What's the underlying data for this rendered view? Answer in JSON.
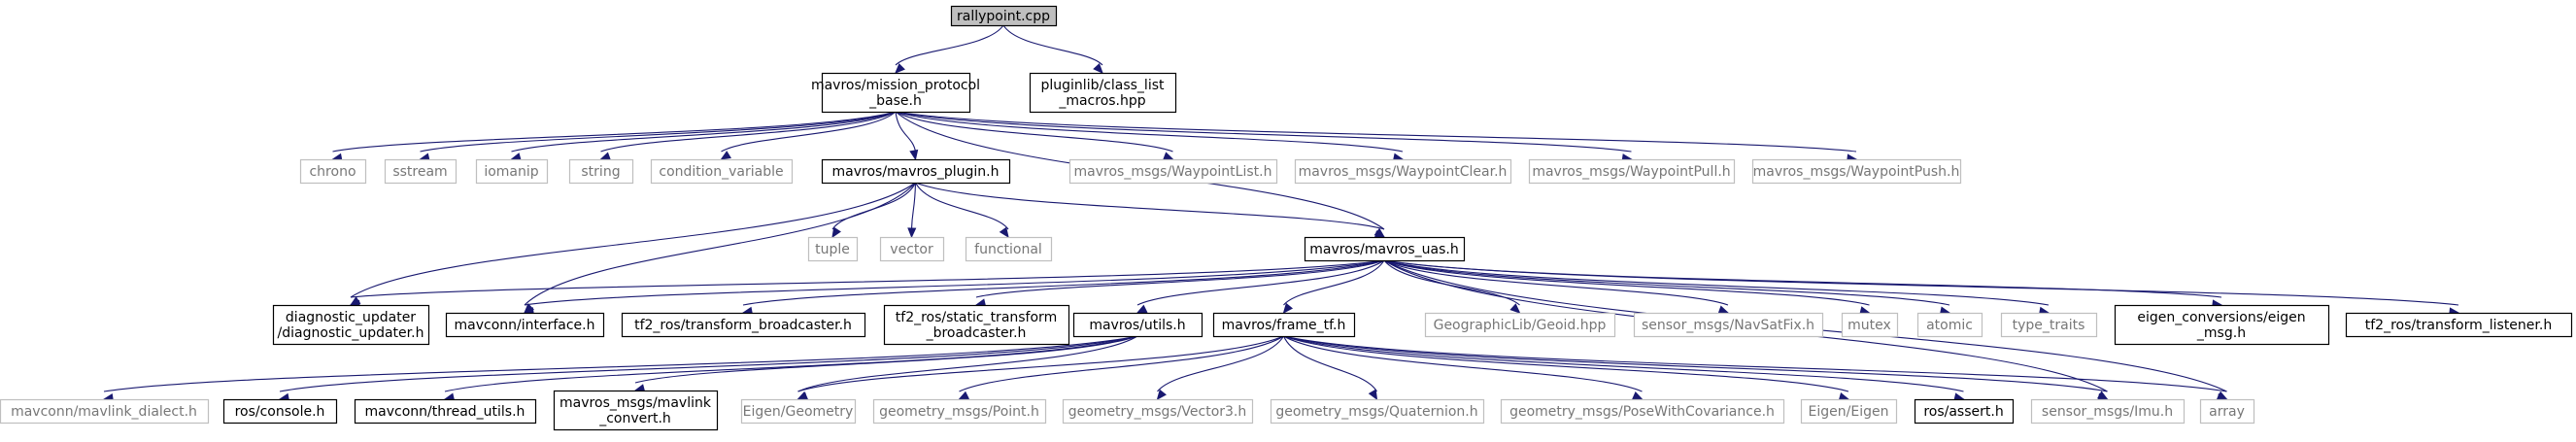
{
  "diagram": {
    "type": "include-dependency-graph",
    "colors": {
      "edge": "#191970",
      "focus_fill": "#bfbfbf",
      "documented_border": "#000000",
      "external_border": "#bfbfbf",
      "external_text": "#777777",
      "background": "#ffffff"
    },
    "nodes": [
      {
        "id": "rallypoint",
        "lines": [
          "rallypoint.cpp"
        ],
        "kind": "focus"
      },
      {
        "id": "mission_protocol_base",
        "lines": [
          "mavros/mission_protocol",
          "_base.h"
        ],
        "kind": "doc"
      },
      {
        "id": "class_list_macros",
        "lines": [
          "pluginlib/class_list",
          "_macros.hpp"
        ],
        "kind": "doc"
      },
      {
        "id": "chrono",
        "lines": [
          "chrono"
        ],
        "kind": "ext"
      },
      {
        "id": "sstream",
        "lines": [
          "sstream"
        ],
        "kind": "ext"
      },
      {
        "id": "iomanip",
        "lines": [
          "iomanip"
        ],
        "kind": "ext"
      },
      {
        "id": "string",
        "lines": [
          "string"
        ],
        "kind": "ext"
      },
      {
        "id": "condition_variable",
        "lines": [
          "condition_variable"
        ],
        "kind": "ext"
      },
      {
        "id": "mavros_plugin",
        "lines": [
          "mavros/mavros_plugin.h"
        ],
        "kind": "doc"
      },
      {
        "id": "waypoint_list",
        "lines": [
          "mavros_msgs/WaypointList.h"
        ],
        "kind": "ext"
      },
      {
        "id": "waypoint_clear",
        "lines": [
          "mavros_msgs/WaypointClear.h"
        ],
        "kind": "ext"
      },
      {
        "id": "waypoint_pull",
        "lines": [
          "mavros_msgs/WaypointPull.h"
        ],
        "kind": "ext"
      },
      {
        "id": "waypoint_push",
        "lines": [
          "mavros_msgs/WaypointPush.h"
        ],
        "kind": "ext"
      },
      {
        "id": "tuple",
        "lines": [
          "tuple"
        ],
        "kind": "ext"
      },
      {
        "id": "vector",
        "lines": [
          "vector"
        ],
        "kind": "ext"
      },
      {
        "id": "functional",
        "lines": [
          "functional"
        ],
        "kind": "ext"
      },
      {
        "id": "mavros_uas",
        "lines": [
          "mavros/mavros_uas.h"
        ],
        "kind": "doc"
      },
      {
        "id": "diagnostic_updater",
        "lines": [
          "diagnostic_updater",
          "/diagnostic_updater.h"
        ],
        "kind": "doc"
      },
      {
        "id": "mavconn_interface",
        "lines": [
          "mavconn/interface.h"
        ],
        "kind": "doc"
      },
      {
        "id": "tf2_transform_broadcaster",
        "lines": [
          "tf2_ros/transform_broadcaster.h"
        ],
        "kind": "doc"
      },
      {
        "id": "tf2_static_broadcaster",
        "lines": [
          "tf2_ros/static_transform",
          "_broadcaster.h"
        ],
        "kind": "doc"
      },
      {
        "id": "mavros_utils",
        "lines": [
          "mavros/utils.h"
        ],
        "kind": "doc"
      },
      {
        "id": "frame_tf",
        "lines": [
          "mavros/frame_tf.h"
        ],
        "kind": "doc"
      },
      {
        "id": "geoid",
        "lines": [
          "GeographicLib/Geoid.hpp"
        ],
        "kind": "ext"
      },
      {
        "id": "navsatfix",
        "lines": [
          "sensor_msgs/NavSatFix.h"
        ],
        "kind": "ext"
      },
      {
        "id": "mutex",
        "lines": [
          "mutex"
        ],
        "kind": "ext"
      },
      {
        "id": "atomic",
        "lines": [
          "atomic"
        ],
        "kind": "ext"
      },
      {
        "id": "type_traits",
        "lines": [
          "type_traits"
        ],
        "kind": "ext"
      },
      {
        "id": "eigen_msg",
        "lines": [
          "eigen_conversions/eigen",
          "_msg.h"
        ],
        "kind": "doc"
      },
      {
        "id": "tf2_transform_listener",
        "lines": [
          "tf2_ros/transform_listener.h"
        ],
        "kind": "doc"
      },
      {
        "id": "mavlink_dialect",
        "lines": [
          "mavconn/mavlink_dialect.h"
        ],
        "kind": "ext"
      },
      {
        "id": "ros_console",
        "lines": [
          "ros/console.h"
        ],
        "kind": "doc"
      },
      {
        "id": "thread_utils",
        "lines": [
          "mavconn/thread_utils.h"
        ],
        "kind": "doc"
      },
      {
        "id": "mavlink_convert",
        "lines": [
          "mavros_msgs/mavlink",
          "_convert.h"
        ],
        "kind": "doc"
      },
      {
        "id": "eigen_geometry",
        "lines": [
          "Eigen/Geometry"
        ],
        "kind": "ext"
      },
      {
        "id": "geom_point",
        "lines": [
          "geometry_msgs/Point.h"
        ],
        "kind": "ext"
      },
      {
        "id": "geom_vector3",
        "lines": [
          "geometry_msgs/Vector3.h"
        ],
        "kind": "ext"
      },
      {
        "id": "geom_quaternion",
        "lines": [
          "geometry_msgs/Quaternion.h"
        ],
        "kind": "ext"
      },
      {
        "id": "geom_posecov",
        "lines": [
          "geometry_msgs/PoseWithCovariance.h"
        ],
        "kind": "ext"
      },
      {
        "id": "eigen_eigen",
        "lines": [
          "Eigen/Eigen"
        ],
        "kind": "ext"
      },
      {
        "id": "ros_assert",
        "lines": [
          "ros/assert.h"
        ],
        "kind": "doc"
      },
      {
        "id": "sensor_imu",
        "lines": [
          "sensor_msgs/Imu.h"
        ],
        "kind": "ext"
      },
      {
        "id": "array",
        "lines": [
          "array"
        ],
        "kind": "ext"
      }
    ],
    "edges": [
      [
        "rallypoint",
        "mission_protocol_base"
      ],
      [
        "rallypoint",
        "class_list_macros"
      ],
      [
        "mission_protocol_base",
        "chrono"
      ],
      [
        "mission_protocol_base",
        "sstream"
      ],
      [
        "mission_protocol_base",
        "iomanip"
      ],
      [
        "mission_protocol_base",
        "string"
      ],
      [
        "mission_protocol_base",
        "condition_variable"
      ],
      [
        "mission_protocol_base",
        "mavros_plugin"
      ],
      [
        "mission_protocol_base",
        "waypoint_list"
      ],
      [
        "mission_protocol_base",
        "waypoint_clear"
      ],
      [
        "mission_protocol_base",
        "waypoint_pull"
      ],
      [
        "mission_protocol_base",
        "waypoint_push"
      ],
      [
        "mission_protocol_base",
        "mavros_uas"
      ],
      [
        "mavros_plugin",
        "tuple"
      ],
      [
        "mavros_plugin",
        "vector"
      ],
      [
        "mavros_plugin",
        "functional"
      ],
      [
        "mavros_plugin",
        "mavros_uas"
      ],
      [
        "mavros_plugin",
        "diagnostic_updater"
      ],
      [
        "mavros_plugin",
        "mavconn_interface"
      ],
      [
        "mavros_uas",
        "diagnostic_updater"
      ],
      [
        "mavros_uas",
        "mavconn_interface"
      ],
      [
        "mavros_uas",
        "tf2_transform_broadcaster"
      ],
      [
        "mavros_uas",
        "tf2_static_broadcaster"
      ],
      [
        "mavros_uas",
        "mavros_utils"
      ],
      [
        "mavros_uas",
        "frame_tf"
      ],
      [
        "mavros_uas",
        "geoid"
      ],
      [
        "mavros_uas",
        "navsatfix"
      ],
      [
        "mavros_uas",
        "mutex"
      ],
      [
        "mavros_uas",
        "atomic"
      ],
      [
        "mavros_uas",
        "type_traits"
      ],
      [
        "mavros_uas",
        "eigen_msg"
      ],
      [
        "mavros_uas",
        "tf2_transform_listener"
      ],
      [
        "mavros_uas",
        "array"
      ],
      [
        "mavros_uas",
        "sensor_imu"
      ],
      [
        "mavros_utils",
        "mavlink_dialect"
      ],
      [
        "mavros_utils",
        "ros_console"
      ],
      [
        "mavros_utils",
        "thread_utils"
      ],
      [
        "mavros_utils",
        "mavlink_convert"
      ],
      [
        "mavros_utils",
        "eigen_geometry"
      ],
      [
        "frame_tf",
        "eigen_geometry"
      ],
      [
        "frame_tf",
        "geom_point"
      ],
      [
        "frame_tf",
        "geom_vector3"
      ],
      [
        "frame_tf",
        "geom_quaternion"
      ],
      [
        "frame_tf",
        "geom_posecov"
      ],
      [
        "frame_tf",
        "eigen_eigen"
      ],
      [
        "frame_tf",
        "ros_assert"
      ],
      [
        "frame_tf",
        "sensor_imu"
      ],
      [
        "frame_tf",
        "array"
      ]
    ]
  }
}
